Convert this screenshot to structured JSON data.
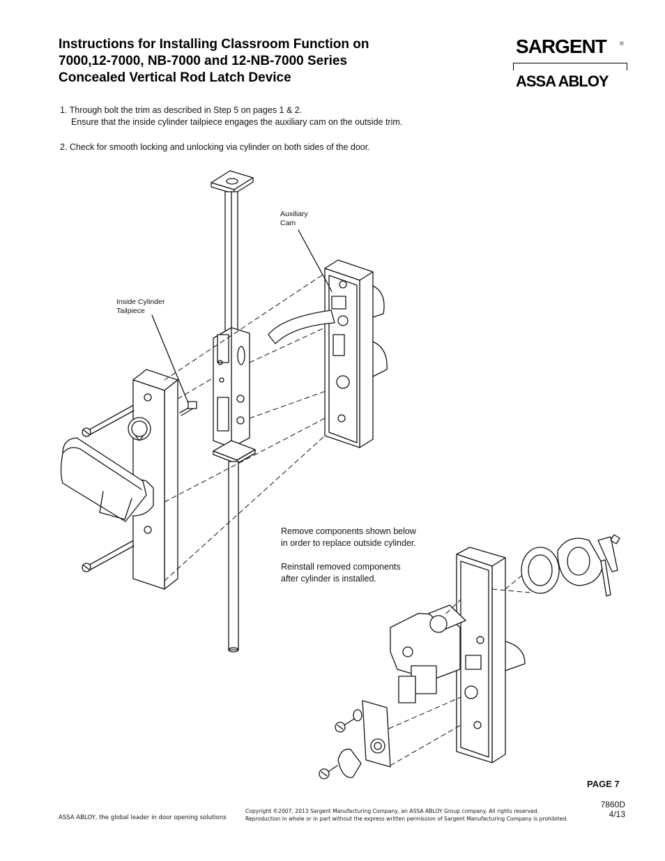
{
  "header": {
    "title_lines": [
      "Instructions for Installing Classroom Function on",
      "7000,12-7000, NB-7000 and 12-NB-7000 Series",
      "Concealed Vertical Rod Latch Device"
    ],
    "logo_brand": "SARGENT",
    "logo_registered": "®",
    "logo_parent": "ASSA ABLOY"
  },
  "steps": [
    {
      "line1": "1. Through bolt the trim as described in Step 5 on pages 1 & 2.",
      "line2": "Ensure that the inside cylinder tailpiece engages the auxiliary cam on the outside trim."
    },
    {
      "line1": "2. Check for smooth locking and unlocking via cylinder on both sides of the door."
    }
  ],
  "callouts": {
    "auxiliary_cam": [
      "Auxiliary",
      "Cam"
    ],
    "inside_cylinder_tailpiece": [
      "Inside Cylinder",
      "Tailpiece"
    ]
  },
  "note": {
    "para1": [
      "Remove components shown below",
      "in order to replace outside cylinder."
    ],
    "para2": [
      "Reinstall removed components",
      "after cylinder is installed."
    ]
  },
  "footer": {
    "page": "PAGE 7",
    "doc_number": "7860D",
    "doc_date": "4/13",
    "tagline": "ASSA ABLOY, the global leader in door opening solutions",
    "copyright_line1": "Copyright ©2007, 2013 Sargent Manufacturing Company, an ASSA ABLOY Group company. All rights reserved.",
    "copyright_line2": "Reproduction in whole or in part without the express written permission of Sargent Manufacturing Company is prohibited."
  },
  "colors": {
    "ink": "#111111",
    "background": "#ffffff"
  }
}
